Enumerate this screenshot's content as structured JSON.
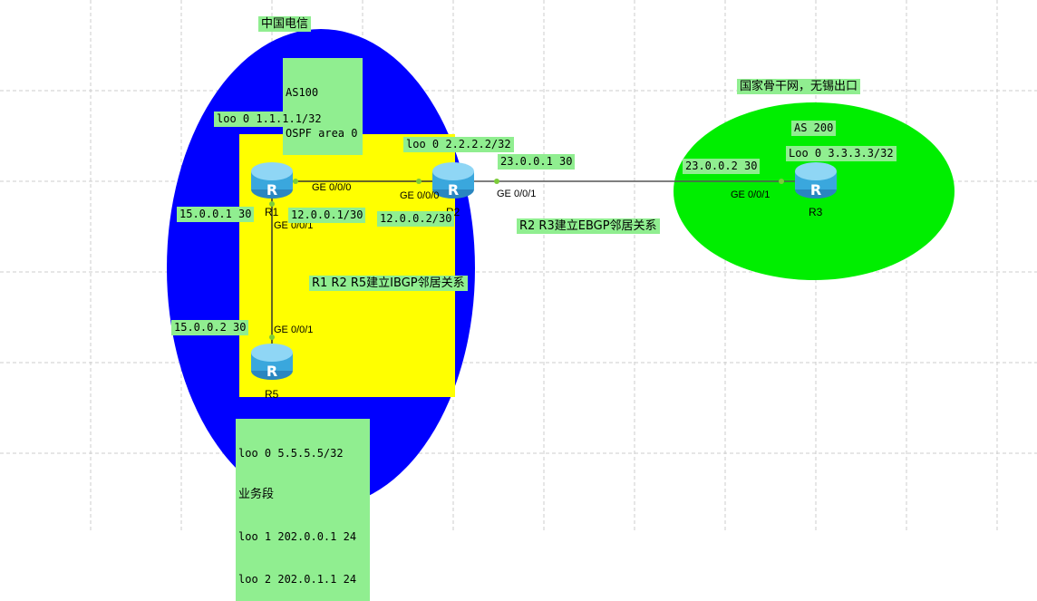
{
  "colors": {
    "as100_area": "#0000ff",
    "ibgp_area": "#ffff00",
    "as200_area": "#00ee00",
    "label_bg": "#90ee90",
    "router_blue": "#3aa7dd"
  },
  "labels": {
    "china_telecom": "中国电信",
    "as100": "AS100",
    "ospf_area": "OSPF area 0",
    "r1_loopback": "loo 0 1.1.1.1/32",
    "r2_loopback": "loo 0 2.2.2.2/32",
    "r2_r3_link_r2": "23.0.0.1 30",
    "r2_r3_link_r3": "23.0.0.2 30",
    "national_backbone": "国家骨干网，无锡出口",
    "as200": "AS 200",
    "r3_loopback": "Loo 0 3.3.3.3/32",
    "r1_r5_link_r1": "15.0.0.1 30",
    "r1_r2_link_r1": "12.0.0.1/30",
    "r1_r2_link_r2": "12.0.0.2/30",
    "ebgp_note": "R2 R3建立EBGP邻居关系",
    "ibgp_note": "R1 R2 R5建立IBGP邻居关系",
    "r1_r5_link_r5": "15.0.0.2 30",
    "r5_loopback": "loo 0 5.5.5.5/32",
    "business_segment": "业务段",
    "r5_loo1": "loo 1 202.0.0.1 24",
    "r5_loo2": "loo 2 202.0.1.1 24"
  },
  "routers": {
    "r1": "R1",
    "r2": "R2",
    "r3": "R3",
    "r5": "R5"
  },
  "interfaces": {
    "r1_ge000": "GE 0/0/0",
    "r2_ge000": "GE 0/0/0",
    "r2_ge001": "GE 0/0/1",
    "r3_ge001": "GE 0/0/1",
    "r1_ge001": "GE 0/0/1",
    "r5_ge001": "GE 0/0/1"
  },
  "icons": {
    "router_icon": "R"
  }
}
